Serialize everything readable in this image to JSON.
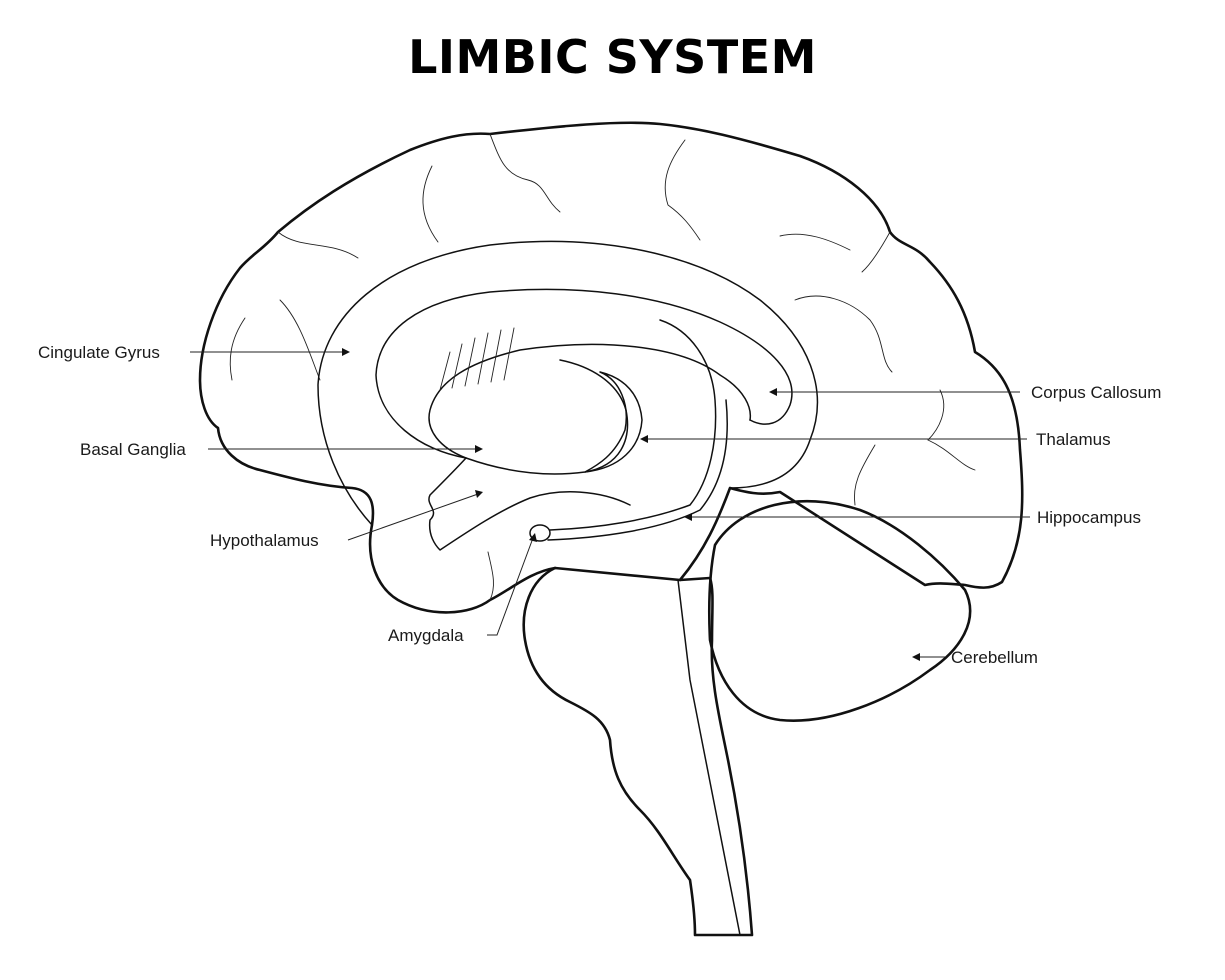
{
  "title": "LIMBIC SYSTEM",
  "labels": {
    "cingulate_gyrus": "Cingulate Gyrus",
    "basal_ganglia": "Basal Ganglia",
    "hypothalamus": "Hypothalamus",
    "amygdala": "Amygdala",
    "corpus_callosum": "Corpus Callosum",
    "thalamus": "Thalamus",
    "hippocampus": "Hippocampus",
    "cerebellum": "Cerebellum"
  },
  "colors": {
    "stroke": "#111111",
    "background": "#ffffff"
  }
}
